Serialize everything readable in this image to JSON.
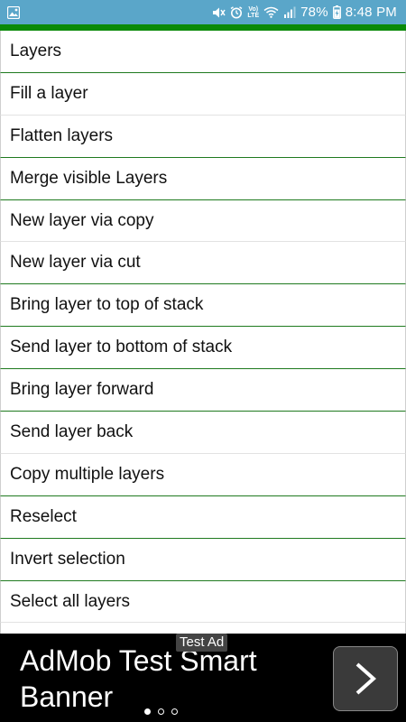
{
  "status_bar": {
    "battery": "78%",
    "time": "8:48 PM",
    "network_top": "Vo)",
    "network_bottom": "LTE",
    "icons": [
      "image-icon",
      "mute-icon",
      "alarm-icon",
      "wifi-icon",
      "signal-icon",
      "battery-icon"
    ]
  },
  "colors": {
    "status_bar": "#5aa6c9",
    "accent": "#0a8a08",
    "divider": "#1f7a1f"
  },
  "menu": {
    "items": [
      {
        "label": "Layers"
      },
      {
        "label": "Fill a layer"
      },
      {
        "label": "Flatten layers"
      },
      {
        "label": "Merge visible Layers"
      },
      {
        "label": "New layer via copy"
      },
      {
        "label": "New layer via cut"
      },
      {
        "label": "Bring layer to top of stack"
      },
      {
        "label": "Send layer to bottom of stack"
      },
      {
        "label": "Bring layer forward"
      },
      {
        "label": "Send layer back"
      },
      {
        "label": "Copy multiple layers"
      },
      {
        "label": "Reselect"
      },
      {
        "label": "Invert selection"
      },
      {
        "label": "Select all layers"
      },
      {
        "label": ""
      }
    ]
  },
  "ad": {
    "badge": "Test Ad",
    "headline": "AdMob Test Smart Banner",
    "arrow_icon": "chevron-right-icon"
  }
}
